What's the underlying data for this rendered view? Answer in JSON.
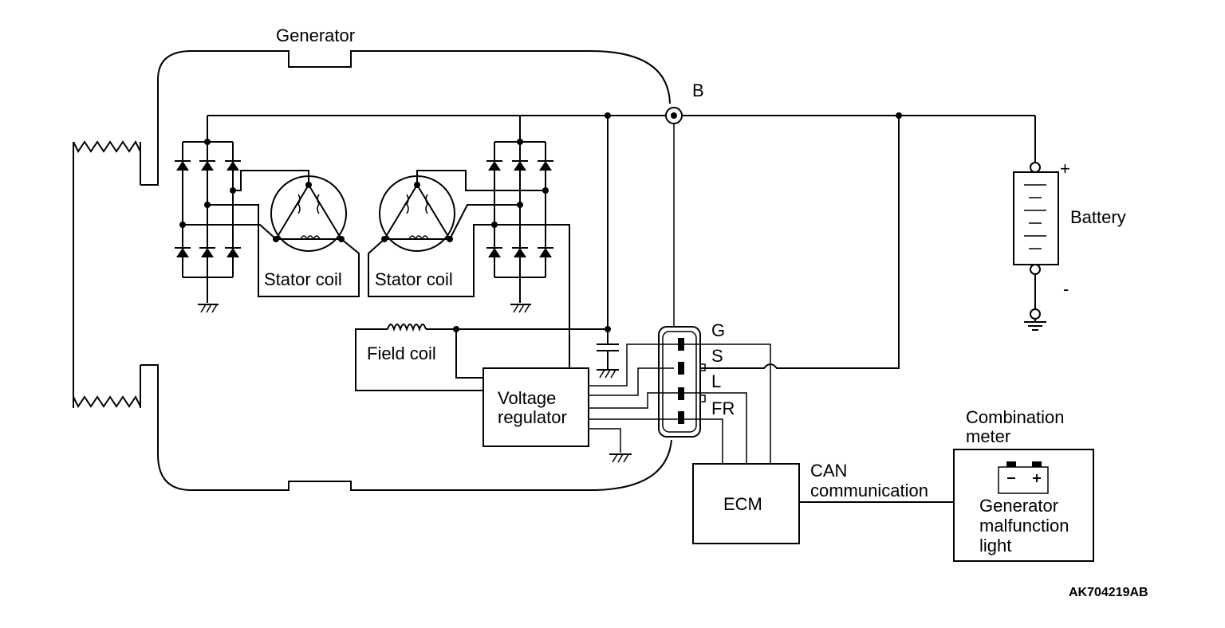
{
  "labels": {
    "generator": "Generator",
    "b_terminal": "B",
    "battery": "Battery",
    "plus": "+",
    "minus": "-",
    "stator_coil_left": "Stator coil",
    "stator_coil_right": "Stator coil",
    "field_coil": "Field coil",
    "voltage_regulator_line1": "Voltage",
    "voltage_regulator_line2": "regulator",
    "terminal_g": "G",
    "terminal_s": "S",
    "terminal_l": "L",
    "terminal_fr": "FR",
    "ecm": "ECM",
    "can_line1": "CAN",
    "can_line2": "communication",
    "combination_meter_line1": "Combination",
    "combination_meter_line2": "meter",
    "malfunction_line1": "Generator",
    "malfunction_line2": "malfunction",
    "malfunction_line3": "light",
    "figure_id": "AK704219AB"
  }
}
